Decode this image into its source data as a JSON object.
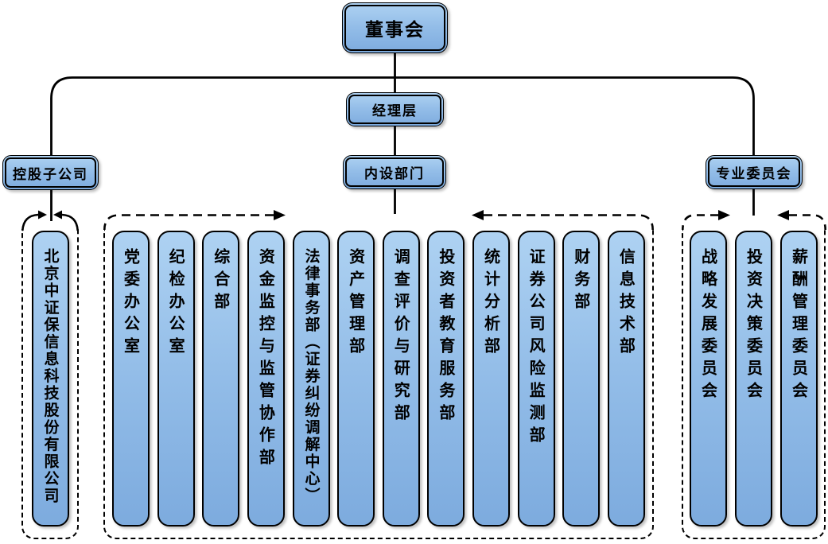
{
  "org": {
    "root": {
      "label": "董事会"
    },
    "management": {
      "label": "经理层"
    },
    "subsidiaries": {
      "label": "控股子公司",
      "children": [
        "北京中证保信息科技股份有限公司"
      ]
    },
    "departments": {
      "label": "内设部门",
      "children": [
        "党委办公室",
        "纪检办公室",
        "综合部",
        "资金监控与监管协作部",
        "法律事务部（证券纠纷调解中心）",
        "资产管理部",
        "调查评价与研究部",
        "投资者教育服务部",
        "统计分析部",
        "证券公司风险监测部",
        "财务部",
        "信息技术部"
      ]
    },
    "committees": {
      "label": "专业委员会",
      "children": [
        "战略发展委员会",
        "投资决策委员会",
        "薪酬管理委员会"
      ]
    }
  },
  "colors": {
    "box_fill_top": "#aed2f2",
    "box_fill_mid": "#93bde8",
    "box_fill_bottom": "#7dabde",
    "box_border": "#000000",
    "connector": "#000000",
    "background": "#ffffff"
  }
}
